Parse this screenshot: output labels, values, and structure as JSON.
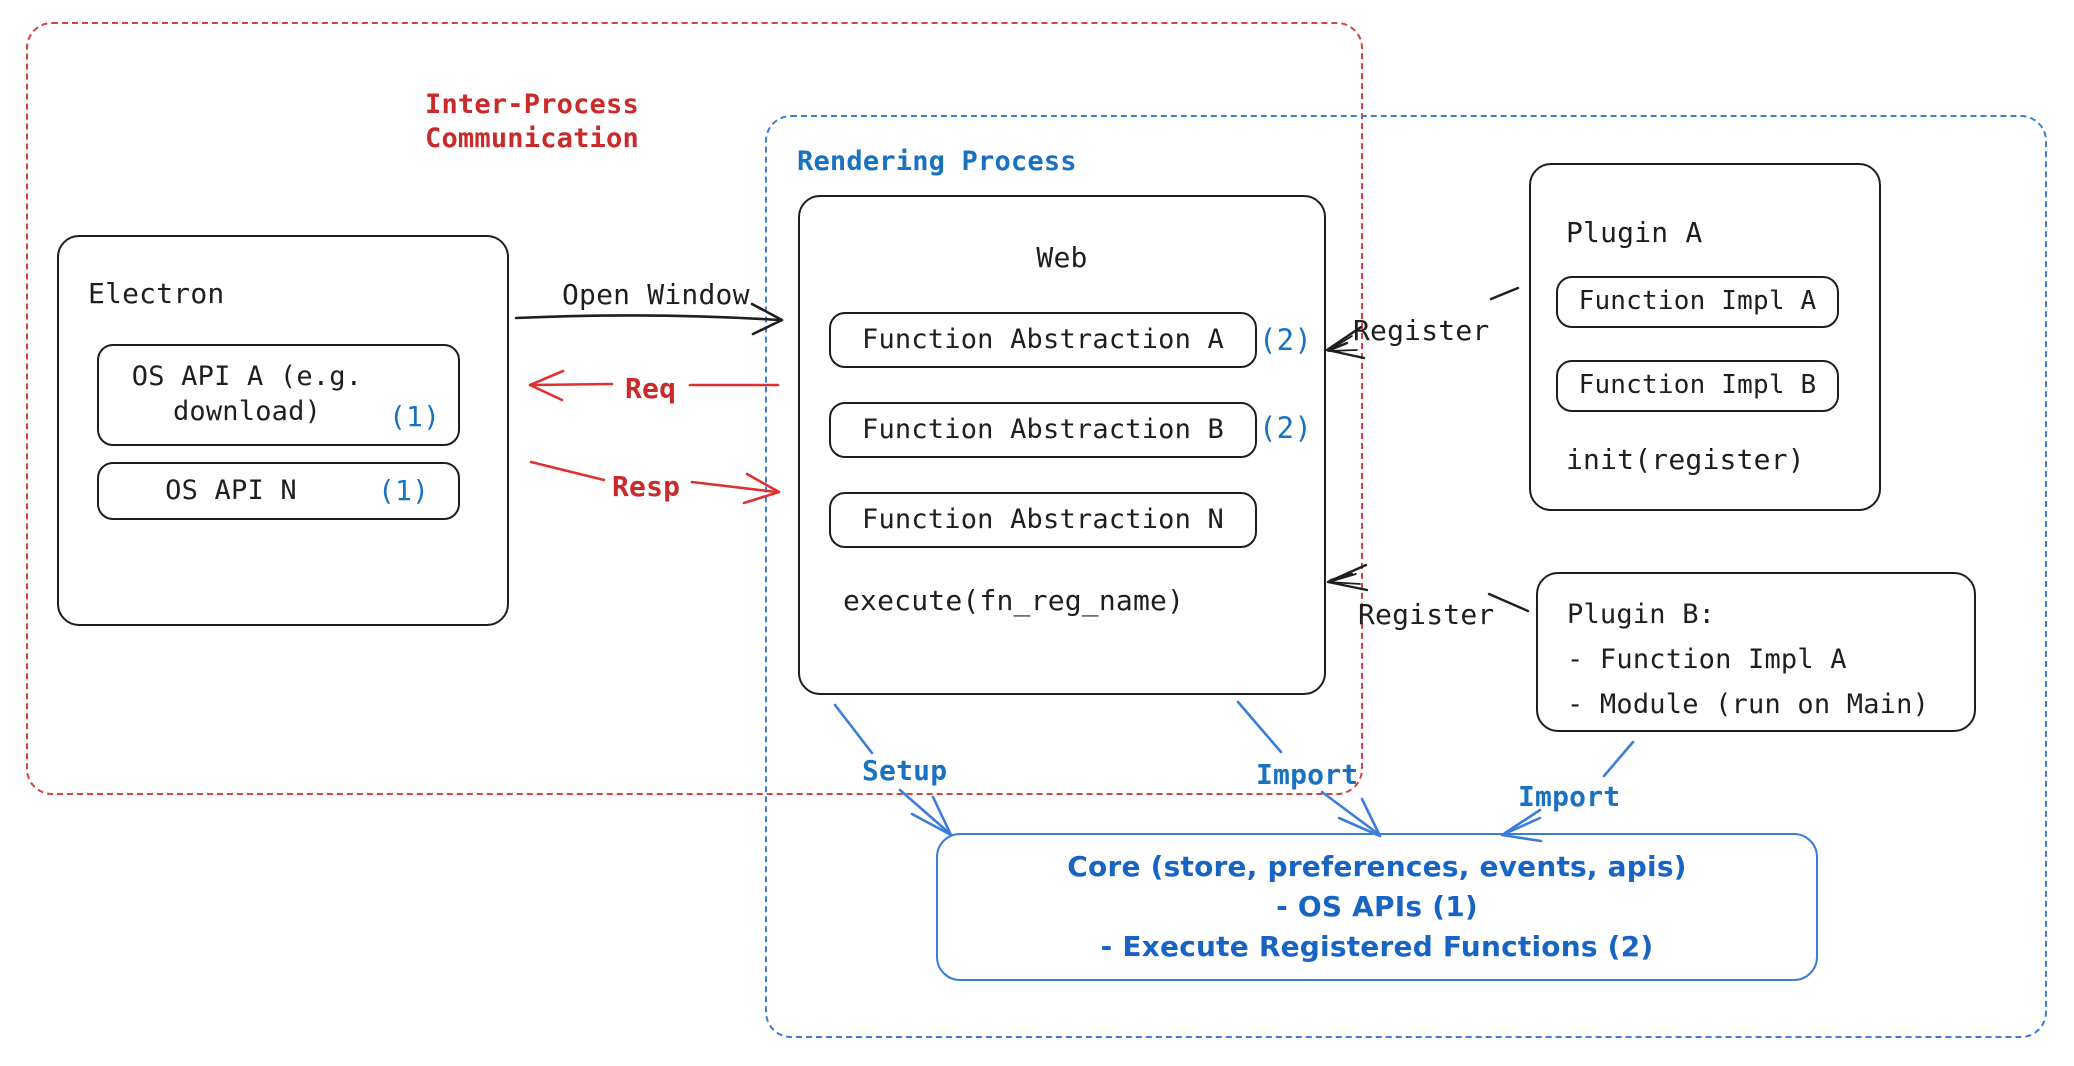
{
  "diagram": {
    "title_hidden": "Electron plugin architecture",
    "regions": {
      "ipc": {
        "label_line1": "Inter-Process",
        "label_line2": "Communication",
        "color": "#c92a2a"
      },
      "rendering": {
        "label": "Rendering Process",
        "color": "#1971c2"
      }
    },
    "electron": {
      "title": "Electron",
      "apis": [
        {
          "text": "OS API A (e.g.\ndownload)",
          "marker": "(1)"
        },
        {
          "text": "OS API N",
          "marker": "(1)"
        }
      ]
    },
    "web": {
      "title": "Web",
      "abstractions": [
        {
          "label": "Function Abstraction A",
          "marker": "(2)"
        },
        {
          "label": "Function Abstraction B",
          "marker": "(2)"
        },
        {
          "label": "Function Abstraction N",
          "marker": ""
        }
      ],
      "footer": "execute(fn_reg_name)"
    },
    "plugin_a": {
      "title": "Plugin A",
      "items": [
        "Function Impl A",
        "Function Impl B"
      ],
      "footer": "init(register)"
    },
    "plugin_b": {
      "lines": [
        "Plugin B:",
        "- Function Impl A",
        "- Module (run on Main)"
      ]
    },
    "core": {
      "lines": [
        "Core (store, preferences, events, apis)",
        "- OS APIs (1)",
        "- Execute Registered Functions (2)"
      ],
      "color": "#1864c4"
    },
    "edges": [
      {
        "name": "open-window",
        "label": "Open Window",
        "color": "#1e1e1e"
      },
      {
        "name": "req",
        "label": "Req",
        "color": "#c92a2a"
      },
      {
        "name": "resp",
        "label": "Resp",
        "color": "#c92a2a"
      },
      {
        "name": "register-a",
        "label": "Register",
        "color": "#1e1e1e"
      },
      {
        "name": "register-b",
        "label": "Register",
        "color": "#1e1e1e"
      },
      {
        "name": "setup",
        "label": "Setup",
        "color": "#1971c2"
      },
      {
        "name": "import-web",
        "label": "Import",
        "color": "#1971c2"
      },
      {
        "name": "import-plugin",
        "label": "Import",
        "color": "#1971c2"
      }
    ]
  }
}
